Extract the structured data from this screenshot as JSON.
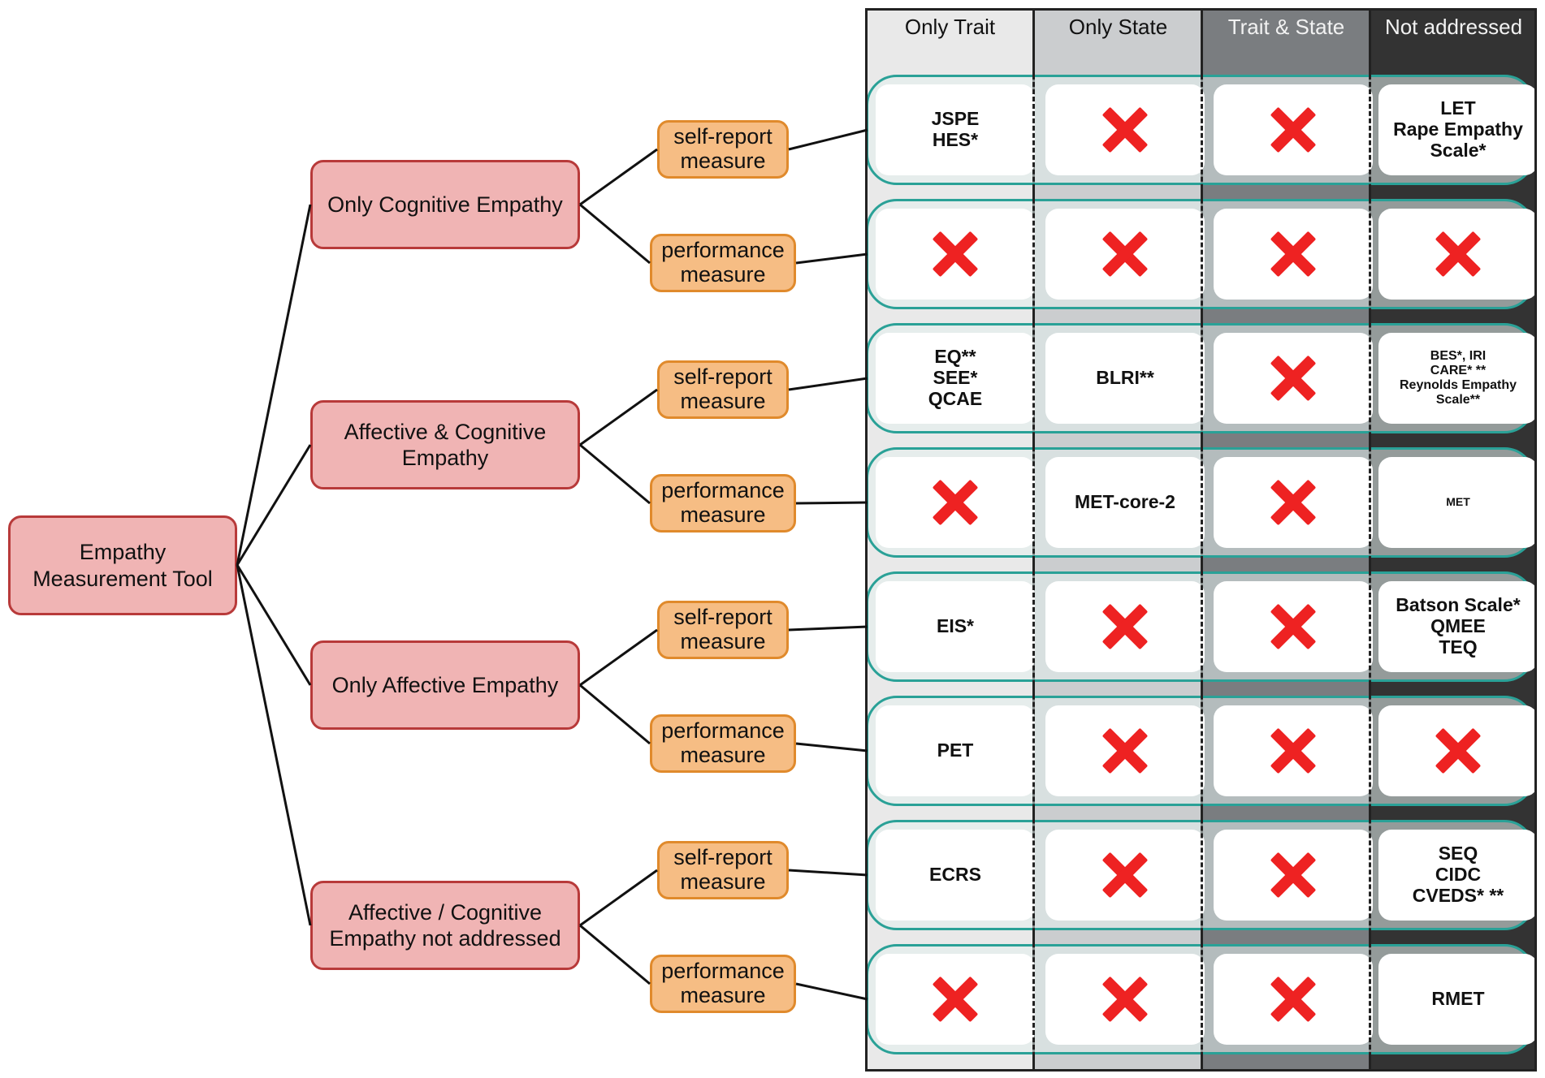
{
  "columns": [
    {
      "label": "Only Trait",
      "bg": "#e9e9e9",
      "fg": "#111111"
    },
    {
      "label": "Only State",
      "bg": "#cbcdcf",
      "fg": "#111111"
    },
    {
      "label": "Trait & State",
      "bg": "#7a7d80",
      "fg": "#f2f2f2"
    },
    {
      "label": "Not addressed",
      "bg": "#333333",
      "fg": "#f2f2f2"
    }
  ],
  "root": {
    "label": "Empathy\nMeasurement Tool"
  },
  "categories": [
    {
      "label": "Only Cognitive Empathy"
    },
    {
      "label": "Affective & Cognitive\nEmpathy"
    },
    {
      "label": "Only Affective Empathy"
    },
    {
      "label": "Affective / Cognitive\nEmpathy not addressed"
    }
  ],
  "measure_labels": {
    "self_report": "self-report\nmeasure",
    "performance": "performance\nmeasure"
  },
  "rows": [
    {
      "cells": [
        {
          "text": "JSPE\nHES*",
          "size": "l"
        },
        {
          "x": true
        },
        {
          "x": true
        },
        {
          "text": "LET\nRape Empathy\nScale*",
          "size": "l"
        }
      ]
    },
    {
      "cells": [
        {
          "x": true
        },
        {
          "x": true
        },
        {
          "x": true
        },
        {
          "x": true
        }
      ]
    },
    {
      "cells": [
        {
          "text": "EQ**\nSEE*\nQCAE",
          "size": "l"
        },
        {
          "text": "BLRI**",
          "size": "l"
        },
        {
          "x": true
        },
        {
          "text": "BES*, IRI\nCARE* **\nReynolds Empathy\nScale**",
          "size": "s"
        }
      ]
    },
    {
      "cells": [
        {
          "x": true
        },
        {
          "text": "MET-core-2",
          "size": "l"
        },
        {
          "x": true
        },
        {
          "text": "MET",
          "size": "xs"
        }
      ]
    },
    {
      "cells": [
        {
          "text": "EIS*",
          "size": "l"
        },
        {
          "x": true
        },
        {
          "x": true
        },
        {
          "text": "Batson Scale*\nQMEE\nTEQ",
          "size": "l"
        }
      ]
    },
    {
      "cells": [
        {
          "text": "PET",
          "size": "l"
        },
        {
          "x": true
        },
        {
          "x": true
        },
        {
          "x": true
        }
      ]
    },
    {
      "cells": [
        {
          "text": "ECRS",
          "size": "l"
        },
        {
          "x": true
        },
        {
          "x": true
        },
        {
          "text": "SEQ\nCIDC\nCVEDS* **",
          "size": "l"
        }
      ]
    },
    {
      "cells": [
        {
          "x": true
        },
        {
          "x": true
        },
        {
          "x": true
        },
        {
          "text": "RMET",
          "size": "l"
        }
      ]
    }
  ],
  "colors": {
    "cross": "#ee2222",
    "row_border": "#2aa197",
    "node_red_fill": "#f0b4b4",
    "node_orange_fill": "#f6bd84"
  }
}
